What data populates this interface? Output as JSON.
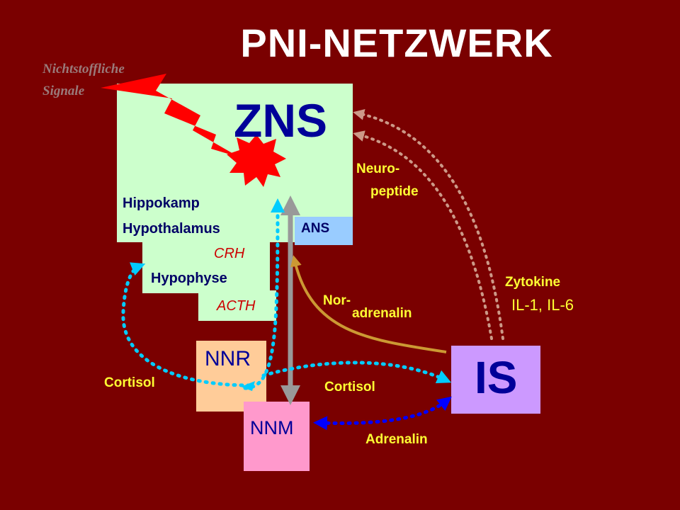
{
  "title": "PNI-NETZWERK",
  "external_signals": {
    "line1": "Nichtstoffliche",
    "line2": "Signale"
  },
  "nodes": {
    "zns": "ZNS",
    "hippocampus": "Hippokamp",
    "hypothalamus": "Hypothalamus",
    "ans": "ANS",
    "crh": "CRH",
    "hypophyse": "Hypophyse",
    "acth": "ACTH",
    "nnr": "NNR",
    "nnm": "NNM",
    "is": "IS"
  },
  "edges": {
    "neuropeptide": {
      "line1": "Neuro-",
      "line2": "peptide"
    },
    "cytokines": {
      "line1": "Zytokine",
      "line2": "IL-1, IL-6"
    },
    "noradrenaline": {
      "line1": "Nor-",
      "line2": "adrenalin"
    },
    "cortisol_feedback": "Cortisol",
    "cortisol_immune": "Cortisol",
    "adrenaline": "Adrenalin"
  },
  "colors": {
    "background": "#7a0000",
    "cns_box": "#ccffcc",
    "ans_box": "#99ccff",
    "nnr_box": "#ffcc99",
    "nnm_box": "#ff99cc",
    "is_box": "#cc99ff",
    "edge_label": "#ffff33",
    "cortisol_arrow": "#00ccff",
    "adrenaline_arrow": "#0000ff",
    "cytokine_arrow": "#cc9988",
    "noradrenaline_arrow": "#cc9933",
    "lightning": "#ff0000"
  }
}
